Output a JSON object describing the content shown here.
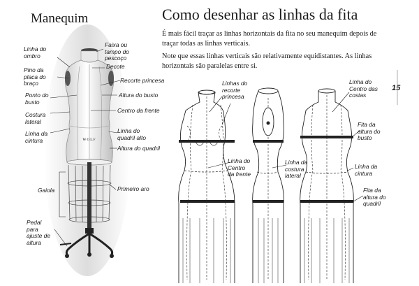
{
  "left_title": "Manequim",
  "right_title": "Como desenhar as linhas da fita",
  "paragraphs": [
    "É mais fácil traçar as linhas horizontais da fita no seu manequim depois de traçar todas as linhas verticais.",
    "Note que essas linhas verticais são relativamente equidistantes. As linhas horizontais são paralelas entre si."
  ],
  "page_number": "15",
  "mannequin_labels": {
    "linha_ombro": "Linha do ombro",
    "faixa_pescoco": "Faixa ou tampo do pescoço",
    "decote": "Decote",
    "pino_braco": "Pino da placa do braço",
    "recorte_princesa": "Recorte princesa",
    "ponto_busto": "Ponto do busto",
    "altura_busto": "Altura do busto",
    "centro_frente": "Centro da frente",
    "costura_lateral": "Costura lateral",
    "linha_cintura": "Linha da cintura",
    "quadril_alto": "Linha do quadril alto",
    "altura_quadril": "Altura do quadril",
    "gaiola": "Gaiola",
    "primeiro_aro": "Primeiro aro",
    "pedal": "Pedal para ajuste de altura"
  },
  "form_brand": "WOLF",
  "diagram_labels": {
    "recorte_princesa": "Linhas do recorte princesa",
    "centro_frente": "Linha do Centro da frente",
    "costura_lateral": "Linha da costura lateral",
    "centro_costas": "Linha do Centro das costas",
    "altura_busto": "Fita da altura do busto",
    "cintura": "Linha da cintura",
    "altura_quadril": "Fita da altura do quadril"
  }
}
